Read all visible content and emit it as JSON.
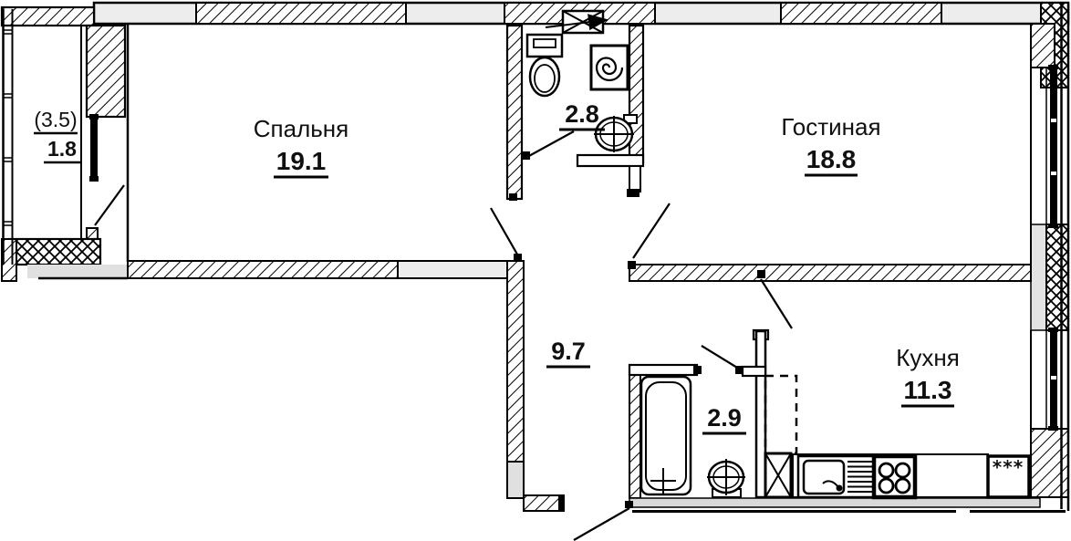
{
  "rooms": {
    "bedroom": {
      "name": "Спальня",
      "area": "19.1"
    },
    "living_room": {
      "name": "Гостиная",
      "area": "18.8"
    },
    "kitchen": {
      "name": "Кухня",
      "area": "11.3"
    },
    "bathroom_small": {
      "area": "2.8"
    },
    "bathroom": {
      "area": "2.9"
    },
    "hallway": {
      "area": "9.7"
    },
    "balcony": {
      "area_total": "(3.5)",
      "area": "1.8"
    }
  },
  "appliances": {
    "fridge_label": "***"
  },
  "colors": {
    "line": "#000000",
    "wall_core_gray": "#ededed",
    "floor_slab_gray": "#d9d9d9",
    "background": "#ffffff"
  }
}
